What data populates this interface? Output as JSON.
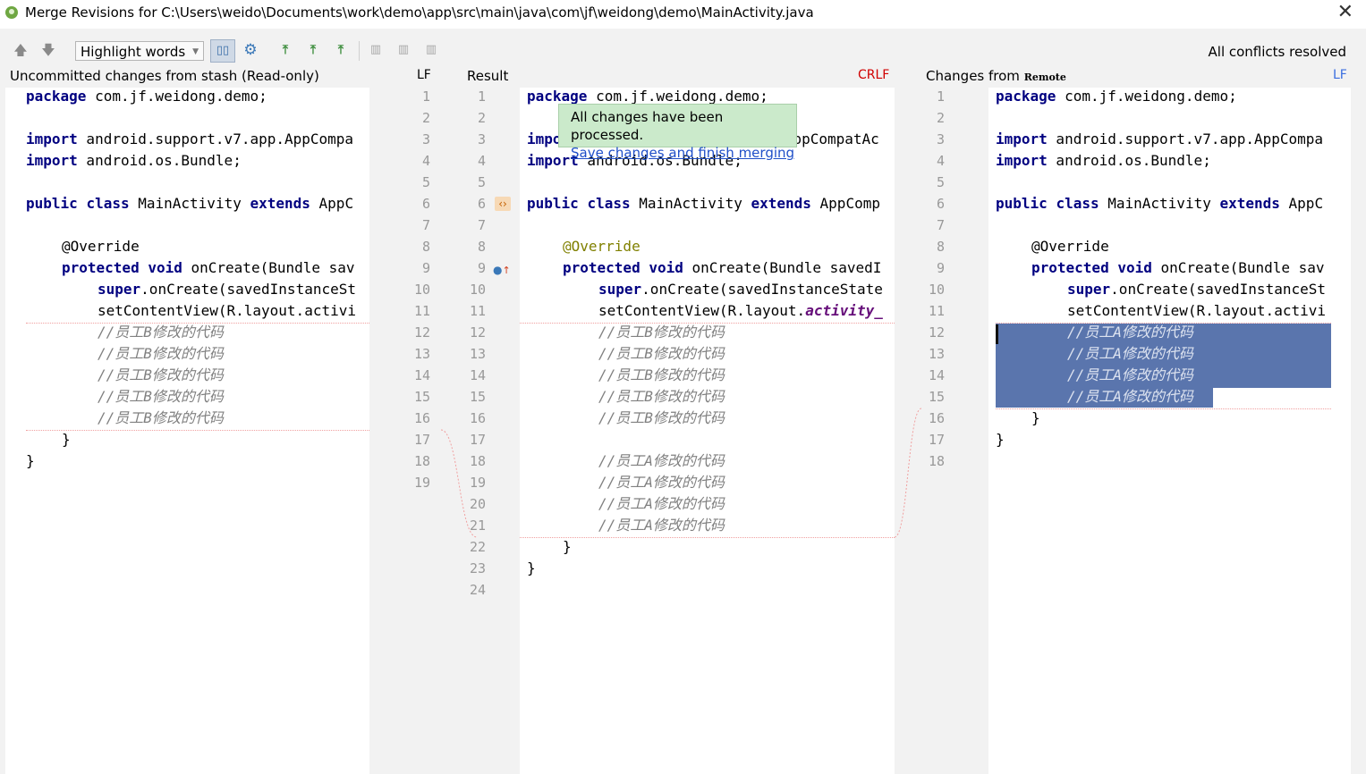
{
  "window": {
    "title": "Merge Revisions for C:\\Users\\weido\\Documents\\work\\demo\\app\\src\\main\\java\\com\\jf\\weidong\\demo\\MainActivity.java",
    "close_icon": "close-icon"
  },
  "toolbar": {
    "prev_icon": "arrow-up-icon",
    "next_icon": "arrow-down-icon",
    "highlight_mode": "Highlight words",
    "status": "All conflicts resolved"
  },
  "panels": {
    "left": {
      "title": "Uncommitted changes from stash (Read-only)",
      "encoding": "LF"
    },
    "center": {
      "title": "Result",
      "encoding": "CRLF"
    },
    "right": {
      "title": "Changes from ",
      "title_suffix": "Remote",
      "encoding": "LF"
    }
  },
  "tooltip": {
    "message": "All changes have been processed.",
    "link": "Save changes and finish merging"
  },
  "code": {
    "package": "package",
    "package_name": " com.jf.weidong.demo;",
    "import": "import",
    "import_compat_left": " android.support.v7.app.AppCompa",
    "import_compat_center": "AppCompatAc",
    "import_bundle": " android.os.Bundle;",
    "public": "public",
    "class": "class",
    "class_name": " MainActivity ",
    "extends": "extends",
    "super_left": " AppC",
    "super_center": " AppComp",
    "override": "@Override",
    "protected": "protected",
    "void": "void",
    "oncreate_left": " onCreate(Bundle sav",
    "oncreate_center": " onCreate(Bundle savedI",
    "super_kw": "super",
    "super_call_left": ".onCreate(savedInstanceSt",
    "super_call_center": ".onCreate(savedInstanceState",
    "setcontent_left": "setContentView(R.layout.activi",
    "setcontent_center": "setContentView(R.layout.",
    "activity_center": "activity_",
    "comment_b": "//员工B修改的代码",
    "comment_a": "//员工A修改的代码",
    "close_brace": "}"
  },
  "line_numbers": {
    "left": [
      "1",
      "2",
      "3",
      "4",
      "5",
      "6",
      "7",
      "8",
      "9",
      "10",
      "11",
      "12",
      "13",
      "14",
      "15",
      "16",
      "17",
      "18",
      "19"
    ],
    "center_left": [
      "1",
      "2",
      "3",
      "4",
      "5",
      "6",
      "7",
      "8",
      "9",
      "10",
      "11",
      "12",
      "13",
      "14",
      "15",
      "16",
      "17",
      "18",
      "19",
      "20",
      "21",
      "22",
      "23",
      "24"
    ],
    "right": [
      "1",
      "2",
      "3",
      "4",
      "5",
      "6",
      "7",
      "8",
      "9",
      "10",
      "11",
      "12",
      "13",
      "14",
      "15",
      "16",
      "17",
      "18"
    ]
  }
}
